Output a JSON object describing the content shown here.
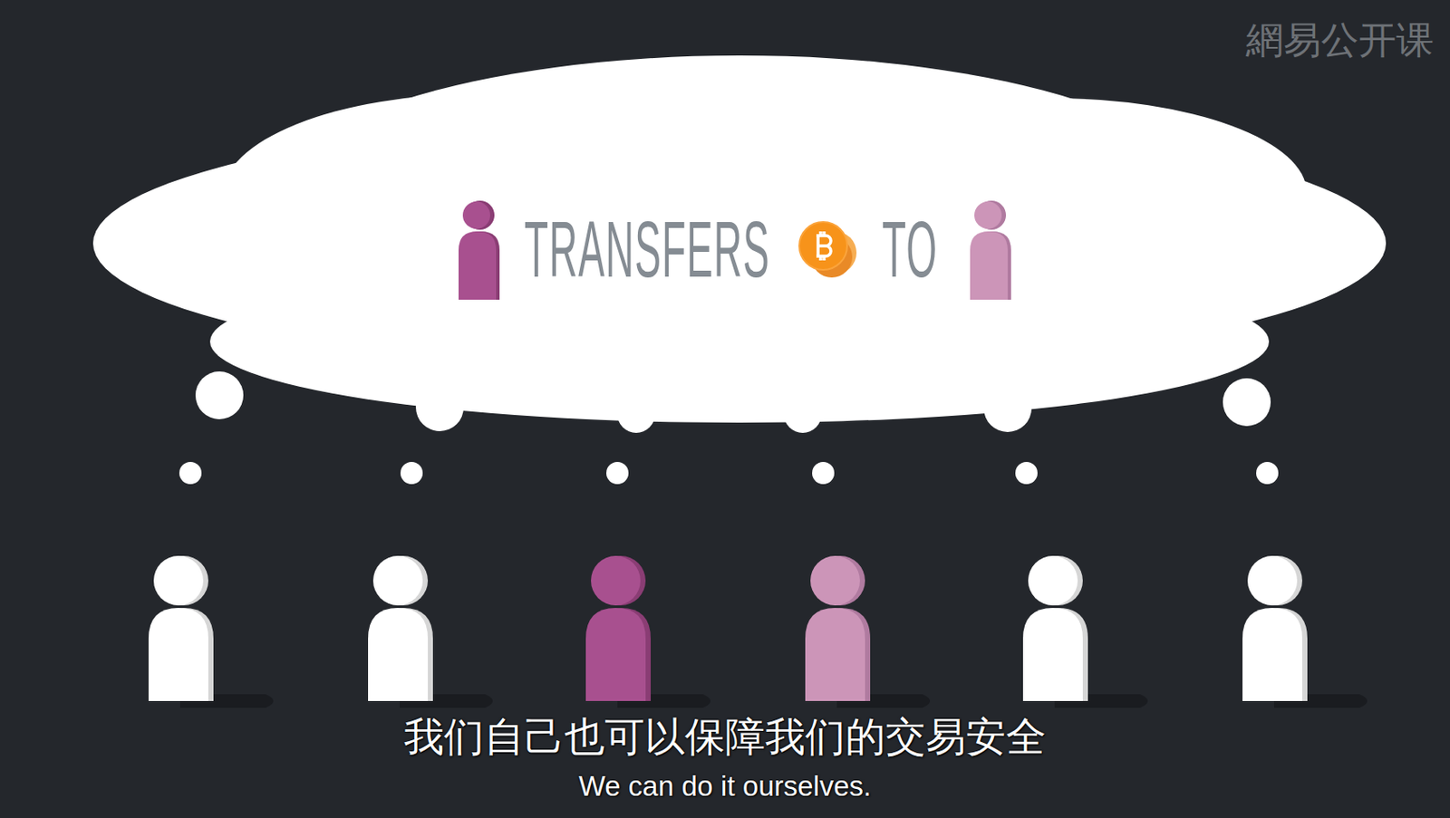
{
  "diagram": {
    "nodes": [
      {
        "text": [
          "TRANSFERS",
          "TO"
        ]
      }
    ],
    "labels": [
      "網易公开课",
      "我们自己也可以保障我们的交易安全",
      "We can do it ourselves."
    ]
  }
}
